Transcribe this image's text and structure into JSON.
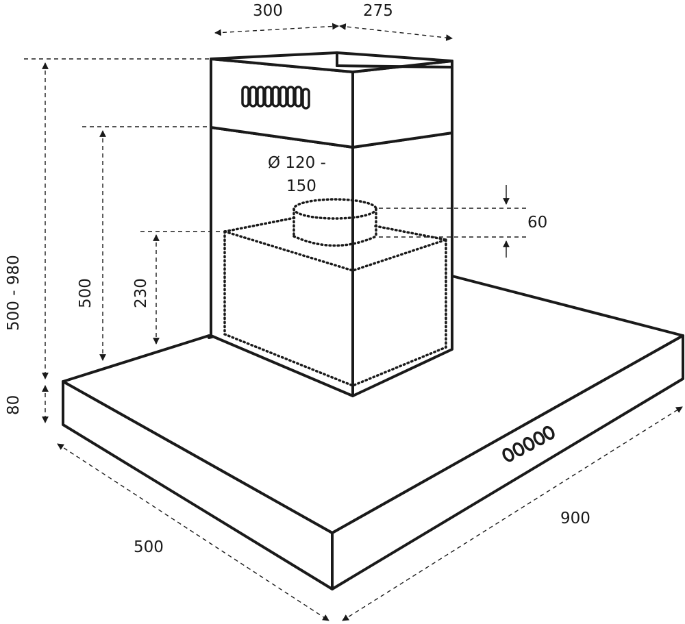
{
  "dimensions": {
    "top_width": "300",
    "top_depth": "275",
    "duct_diameter_line1": "Ø 120 -",
    "duct_diameter_line2": "150",
    "outlet_height": "60",
    "total_height": "500 - 980",
    "upper_chimney_height": "500",
    "lower_chimney_height": "230",
    "canopy_height": "80",
    "canopy_depth": "500",
    "canopy_width": "900"
  },
  "colors": {
    "line": "#1a1a1a",
    "background": "#ffffff"
  }
}
